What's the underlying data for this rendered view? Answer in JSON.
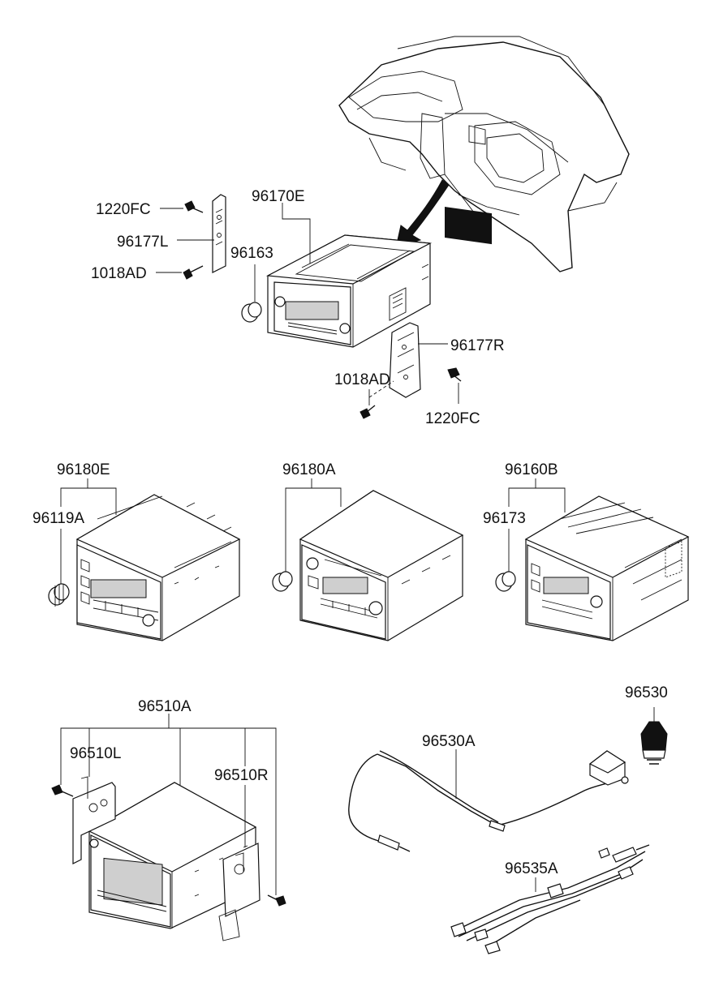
{
  "labels": {
    "p1220FC_a": "1220FC",
    "p96170E": "96170E",
    "p96177L": "96177L",
    "p96163": "96163",
    "p1018AD_a": "1018AD",
    "p96177R": "96177R",
    "p1018AD_b": "1018AD",
    "p1220FC_b": "1220FC",
    "p96180E": "96180E",
    "p96119A": "96119A",
    "p96180A": "96180A",
    "p96160B": "96160B",
    "p96173": "96173",
    "p96510A": "96510A",
    "p96510L": "96510L",
    "p96510R": "96510R",
    "p96530": "96530",
    "p96530A": "96530A",
    "p96535A": "96535A"
  }
}
